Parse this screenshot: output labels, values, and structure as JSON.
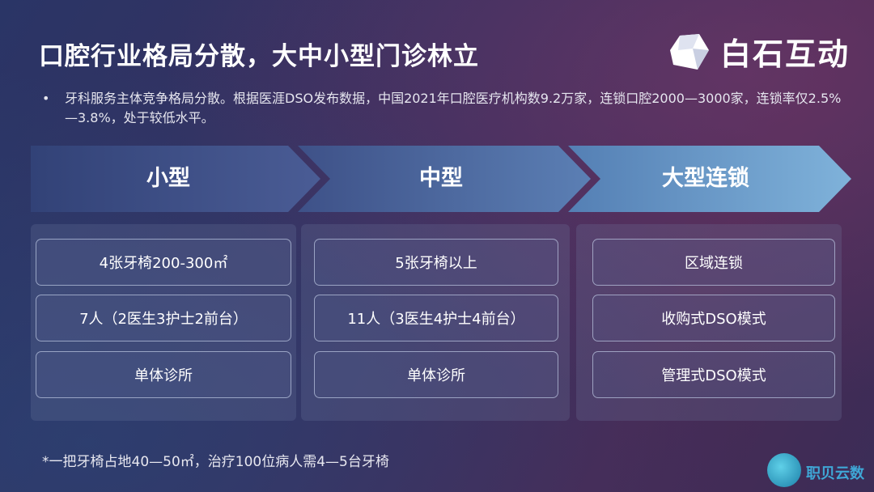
{
  "title": "口腔行业格局分散，大中小型门诊林立",
  "logo": {
    "text": "白石互动",
    "icon": "crystal-stone-icon"
  },
  "bullet": {
    "symbol": "•",
    "text": "牙科服务主体竞争格局分散。根据医涯DSO发布数据，中国2021年口腔医疗机构数9.2万家，连锁口腔2000—3000家，连锁率仅2.5%—3.8%，处于较低水平。"
  },
  "columns": [
    {
      "header": "小型",
      "items": [
        "4张牙椅200-300㎡",
        "7人（2医生3护士2前台）",
        "单体诊所"
      ]
    },
    {
      "header": "中型",
      "items": [
        "5张牙椅以上",
        "11人（3医生4护士4前台）",
        "单体诊所"
      ]
    },
    {
      "header": "大型连锁",
      "items": [
        "区域连锁",
        "收购式DSO模式",
        "管理式DSO模式"
      ]
    }
  ],
  "footnote": "*一把牙椅占地40—50㎡，治疗100位病人需4—5台牙椅",
  "badge": {
    "text": "职贝云数",
    "icon": "globe-icon"
  },
  "colors": {
    "arrow1": "#3d4f85",
    "arrow2": "#4a6aa0",
    "arrow3": "#6a9ec9"
  }
}
